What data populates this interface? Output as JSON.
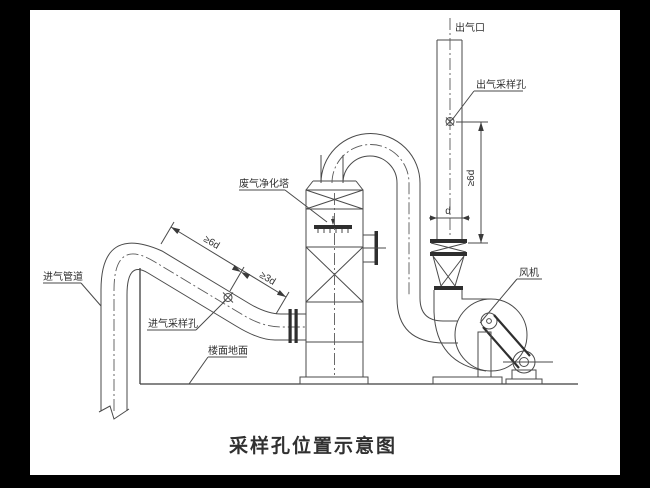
{
  "diagram": {
    "title": "采样孔位置示意图",
    "labels": {
      "outlet_port": "出气口",
      "outlet_sampling_hole": "出气采样孔",
      "tower": "废气净化塔",
      "fan": "风机",
      "inlet_pipe": "进气管道",
      "inlet_sampling_hole": "进气采样孔",
      "floor": "楼面地面"
    },
    "dimensions": {
      "outlet_vertical": "≥6d",
      "outlet_diameter": "d",
      "inlet_upstream": "≥6d",
      "inlet_downstream": "≥3d"
    },
    "colors": {
      "line": "#4a4a4a",
      "text": "#2f2f2f",
      "paper": "#ffffff",
      "matte": "#000000"
    }
  }
}
